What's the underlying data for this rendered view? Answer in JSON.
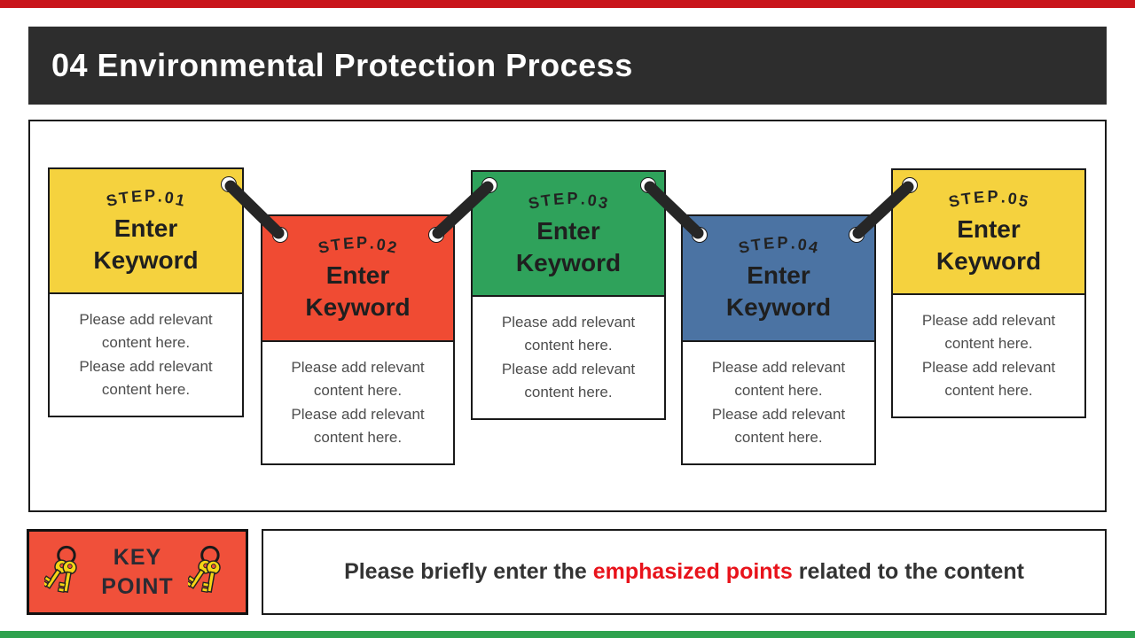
{
  "page": {
    "top_strip_color": "#c9151b",
    "bottom_strip_color": "#2fa24e"
  },
  "header": {
    "title": "04 Environmental Protection Process",
    "bg_color": "#2d2d2d"
  },
  "steps": [
    {
      "label": "STEP.01",
      "keyword": "Enter Keyword",
      "color": "#f5d23e",
      "body": [
        "Please add relevant content here.",
        "Please add relevant content here."
      ]
    },
    {
      "label": "STEP.02",
      "keyword": "Enter Keyword",
      "color": "#f04b33",
      "body": [
        "Please add relevant content here.",
        "Please add relevant content here."
      ]
    },
    {
      "label": "STEP.03",
      "keyword": "Enter Keyword",
      "color": "#2fa25b",
      "body": [
        "Please add relevant content here.",
        "Please add relevant content here."
      ]
    },
    {
      "label": "STEP.04",
      "keyword": "Enter Keyword",
      "color": "#4b73a3",
      "body": [
        "Please add relevant content here.",
        "Please add relevant content here."
      ]
    },
    {
      "label": "STEP.05",
      "keyword": "Enter Keyword",
      "color": "#f5d23e",
      "body": [
        "Please add relevant content here.",
        "Please add relevant content here."
      ]
    }
  ],
  "keypoint": {
    "line1": "KEY",
    "line2": "POINT",
    "bg_color": "#f0503a",
    "icon": "keys-on-ring-icon",
    "key_color": "#f6d515"
  },
  "note": {
    "prefix": "Please briefly enter the ",
    "highlight": "emphasized points",
    "suffix": " related to the content",
    "highlight_color": "#e8131b"
  }
}
